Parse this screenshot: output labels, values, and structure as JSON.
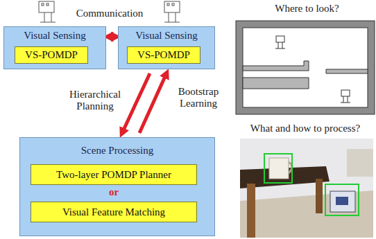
{
  "diagram": {
    "nodes": [
      {
        "text": [
          "Visual Sensing"
        ]
      },
      {
        "text": [
          "VS-POMDP"
        ],
        "in": 0
      },
      {
        "text": [
          "Visual Sensing"
        ]
      },
      {
        "text": [
          "VS-POMDP"
        ],
        "in": 2
      },
      {
        "text": [
          "Scene Processing"
        ]
      },
      {
        "text": [
          "Two-layer POMDP Planner"
        ],
        "in": 4
      },
      {
        "text": [
          "Visual Feature Matching"
        ],
        "in": 4
      }
    ],
    "edges": [
      {
        "from": 0,
        "to": 2,
        "arrow": "both"
      },
      {
        "from": 2,
        "to": 4,
        "label": "Hierarchical Planning",
        "arrow": "to"
      },
      {
        "from": 4,
        "to": 2,
        "label": "Bootstrap Learning",
        "arrow": "to"
      }
    ],
    "labels": [
      "Communication",
      "or",
      "Where to look?",
      "What and how to process?"
    ]
  }
}
